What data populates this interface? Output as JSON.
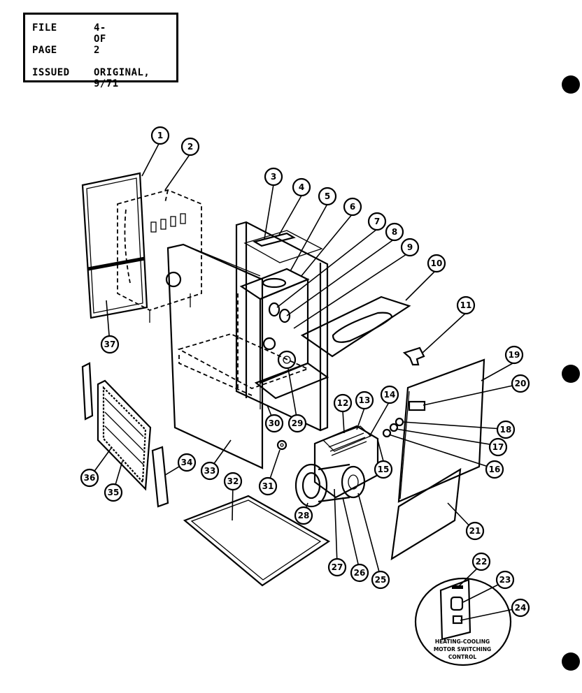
{
  "title_block": {
    "file_label": "FILE",
    "file_value": "4-OF",
    "page_label": "PAGE",
    "page_value": "2",
    "issued_label": "ISSUED",
    "issued_value": "ORIGINAL, 9/71"
  },
  "callouts": [
    "1",
    "2",
    "3",
    "4",
    "5",
    "6",
    "7",
    "8",
    "9",
    "10",
    "11",
    "12",
    "13",
    "14",
    "15",
    "16",
    "17",
    "18",
    "19",
    "20",
    "21",
    "22",
    "23",
    "24",
    "25",
    "26",
    "27",
    "28",
    "29",
    "30",
    "31",
    "32",
    "33",
    "34",
    "35",
    "36",
    "37"
  ],
  "inset_caption": {
    "line1": "HEATING-COOLING",
    "line2": "MOTOR SWITCHING",
    "line3": "CONTROL"
  }
}
